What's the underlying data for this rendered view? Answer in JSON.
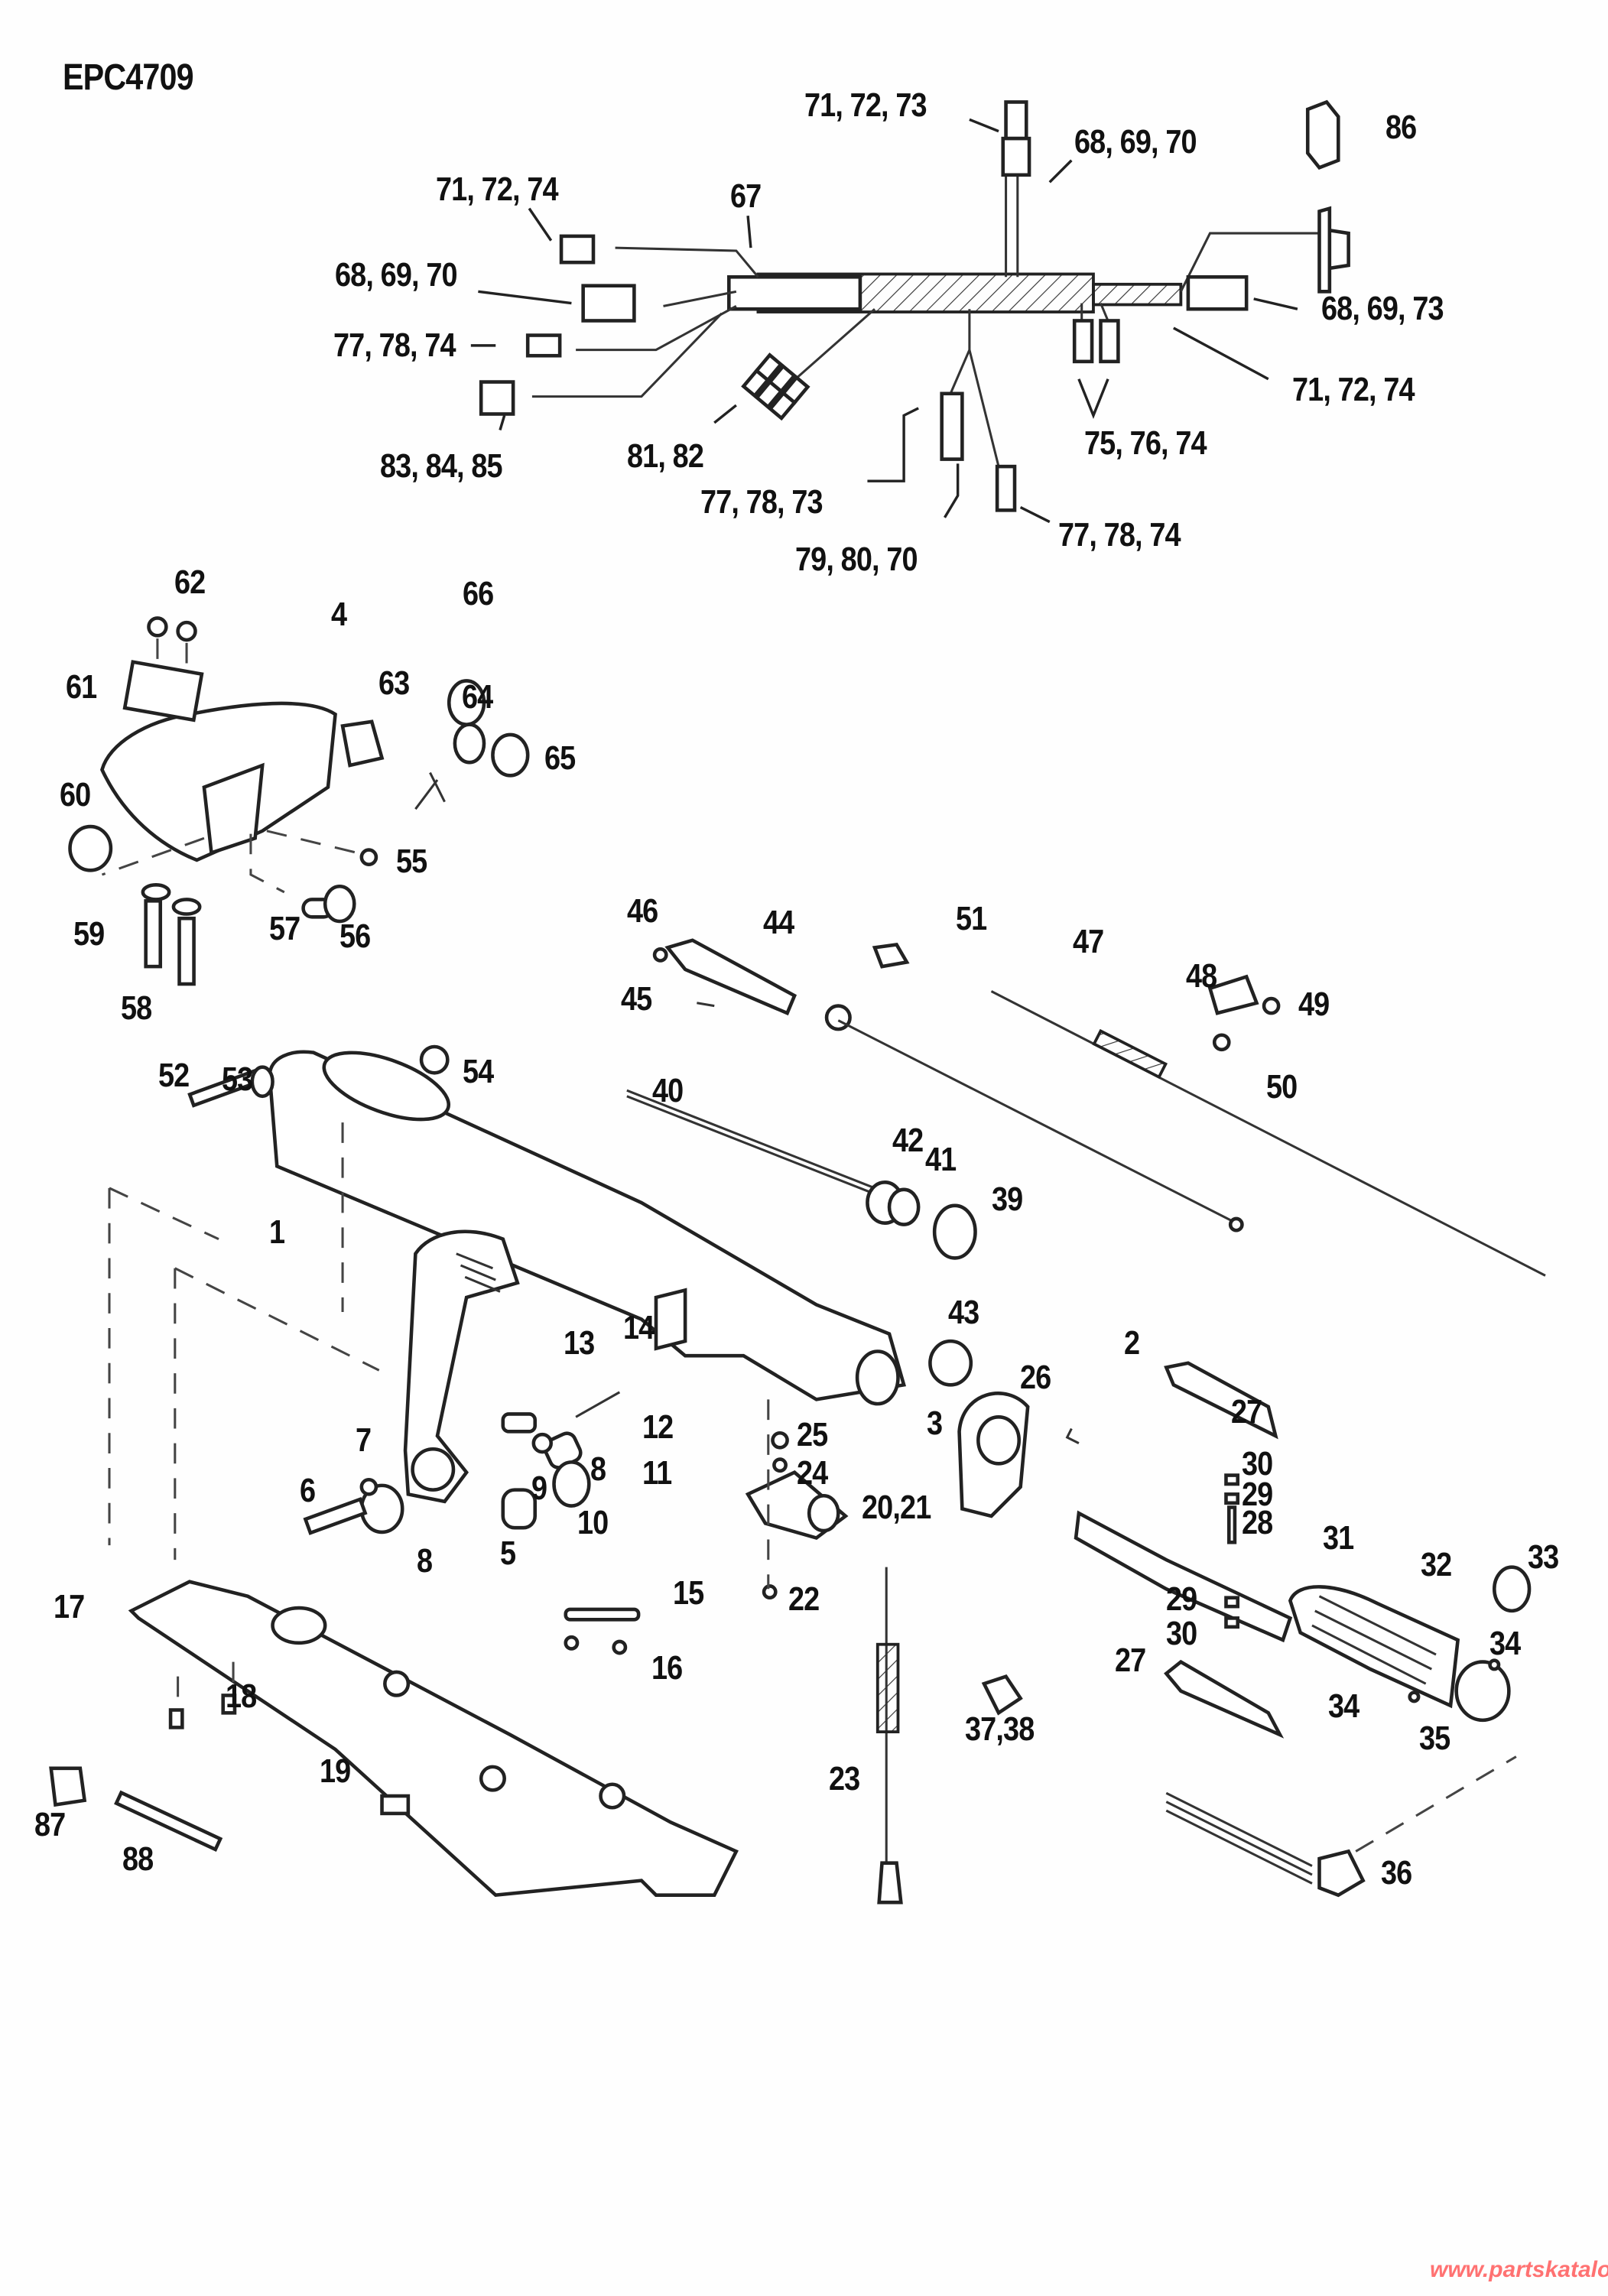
{
  "diagram": {
    "id": "EPC4709",
    "watermark": "www.partskatalog.ru",
    "labels": {
      "l_1": "1",
      "l_2": "2",
      "l_3": "3",
      "l_4": "4",
      "l_5": "5",
      "l_6": "6",
      "l_7": "7",
      "l_8a": "8",
      "l_8b": "8",
      "l_9": "9",
      "l_10": "10",
      "l_11": "11",
      "l_12": "12",
      "l_13": "13",
      "l_14": "14",
      "l_15": "15",
      "l_16": "16",
      "l_17": "17",
      "l_18": "18",
      "l_19": "19",
      "l_20_21": "20,21",
      "l_22": "22",
      "l_23": "23",
      "l_24": "24",
      "l_25": "25",
      "l_26": "26",
      "l_27a": "27",
      "l_27b": "27",
      "l_28": "28",
      "l_29a": "29",
      "l_29b": "29",
      "l_30a": "30",
      "l_30b": "30",
      "l_31": "31",
      "l_32": "32",
      "l_33": "33",
      "l_34a": "34",
      "l_34b": "34",
      "l_35": "35",
      "l_36": "36",
      "l_37_38": "37,38",
      "l_39": "39",
      "l_40": "40",
      "l_41": "41",
      "l_42": "42",
      "l_43": "43",
      "l_44": "44",
      "l_45": "45",
      "l_46": "46",
      "l_47": "47",
      "l_48": "48",
      "l_49": "49",
      "l_50": "50",
      "l_51": "51",
      "l_52": "52",
      "l_53": "53",
      "l_54": "54",
      "l_55": "55",
      "l_56": "56",
      "l_57": "57",
      "l_58": "58",
      "l_59": "59",
      "l_60": "60",
      "l_61": "61",
      "l_62": "62",
      "l_63": "63",
      "l_64": "64",
      "l_65": "65",
      "l_66": "66",
      "l_67": "67",
      "h_71_72_74_a": "71, 72, 74",
      "h_68_69_70_a": "68, 69, 70",
      "h_77_78_74_a": "77, 78, 74",
      "h_83_84_85": "83, 84, 85",
      "h_81_82": "81, 82",
      "h_77_78_73": "77, 78, 73",
      "h_79_80_70": "79, 80, 70",
      "h_77_78_74_b": "77, 78, 74",
      "h_71_72_73": "71, 72, 73",
      "h_68_69_70_b": "68, 69, 70",
      "h_68_69_73": "68, 69, 73",
      "h_71_72_74_b": "71, 72, 74",
      "h_75_76_74": "75, 76, 74",
      "l_86": "86",
      "l_87": "87",
      "l_88": "88"
    }
  }
}
